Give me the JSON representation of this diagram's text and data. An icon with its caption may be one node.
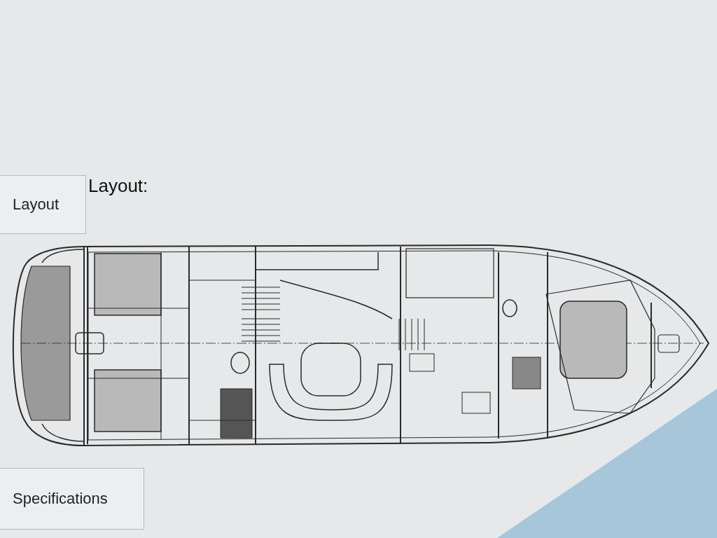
{
  "diagram": {
    "title": "Layout:",
    "nodes": [
      {
        "text": [
          "Layout"
        ]
      },
      {
        "text": [
          "Specifications"
        ]
      }
    ]
  }
}
